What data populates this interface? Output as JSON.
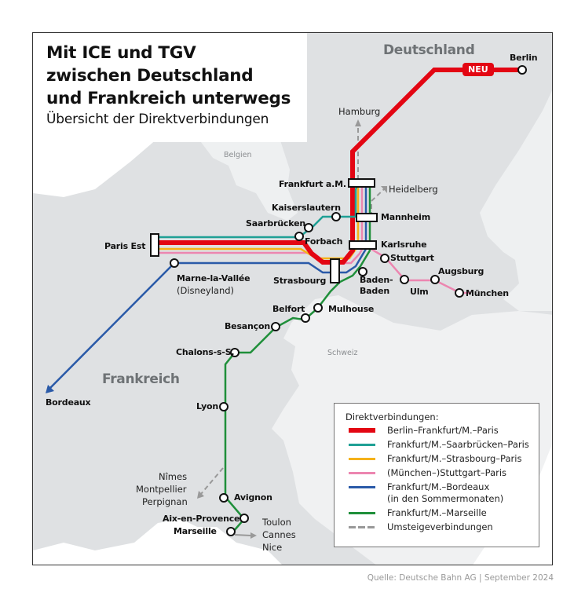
{
  "header": {
    "title_lines": [
      "Mit ICE und TGV",
      "zwischen Deutschland",
      "und Frankreich unterwegs"
    ],
    "subtitle": "Übersicht der Direktverbindungen"
  },
  "countries": {
    "germany": "Deutschland",
    "france": "Frankreich",
    "belgium": "Belgien",
    "switzerland": "Schweiz"
  },
  "badge": {
    "label": "NEU",
    "color": "#e30613"
  },
  "stations": {
    "berlin": "Berlin",
    "hamburg": "Hamburg",
    "frankfurt": "Frankfurt a.M.",
    "heidelberg": "Heidelberg",
    "kaiserslautern": "Kaiserslautern",
    "mannheim": "Mannheim",
    "saarbruecken": "Saarbrücken",
    "forbach": "Forbach",
    "karlsruhe": "Karlsruhe",
    "paris_est": "Paris Est",
    "stuttgart": "Stuttgart",
    "marne": "Marne-la-Vallée",
    "marne_sub": "(Disneyland)",
    "strasbourg": "Strasbourg",
    "baden_1": "Baden-",
    "baden_2": "Baden",
    "augsburg": "Augsburg",
    "ulm": "Ulm",
    "muenchen": "München",
    "belfort": "Belfort",
    "mulhouse": "Mulhouse",
    "besancon": "Besançon",
    "chalons": "Chalons-s-S.",
    "bordeaux": "Bordeaux",
    "lyon": "Lyon",
    "nimes": "Nîmes",
    "montpellier": "Montpellier",
    "perpignan": "Perpignan",
    "avignon": "Avignon",
    "aix": "Aix-en-Provence",
    "marseille": "Marseille",
    "toulon": "Toulon",
    "cannes": "Cannes",
    "nice": "Nice"
  },
  "legend": {
    "title": "Direktverbindungen:",
    "items": [
      {
        "label": "Berlin–Frankfurt/M.–Paris",
        "color": "#e30613",
        "style": "thick"
      },
      {
        "label": "Frankfurt/M.–Saarbrücken–Paris",
        "color": "#1fa095",
        "style": "solid"
      },
      {
        "label": "Frankfurt/M.–Strasbourg–Paris",
        "color": "#f5b21a",
        "style": "solid"
      },
      {
        "label": "(München–)Stuttgart–Paris",
        "color": "#ec86b0",
        "style": "solid"
      },
      {
        "label": "Frankfurt/M.–Bordeaux",
        "label2": "(in den Sommermonaten)",
        "color": "#2a5aa8",
        "style": "solid"
      },
      {
        "label": "Frankfurt/M.–Marseille",
        "color": "#1f8f3a",
        "style": "solid"
      },
      {
        "label": "Umsteigeverbindungen",
        "color": "#999999",
        "style": "dashed"
      }
    ]
  },
  "source": "Quelle: Deutsche Bahn AG | September 2024"
}
